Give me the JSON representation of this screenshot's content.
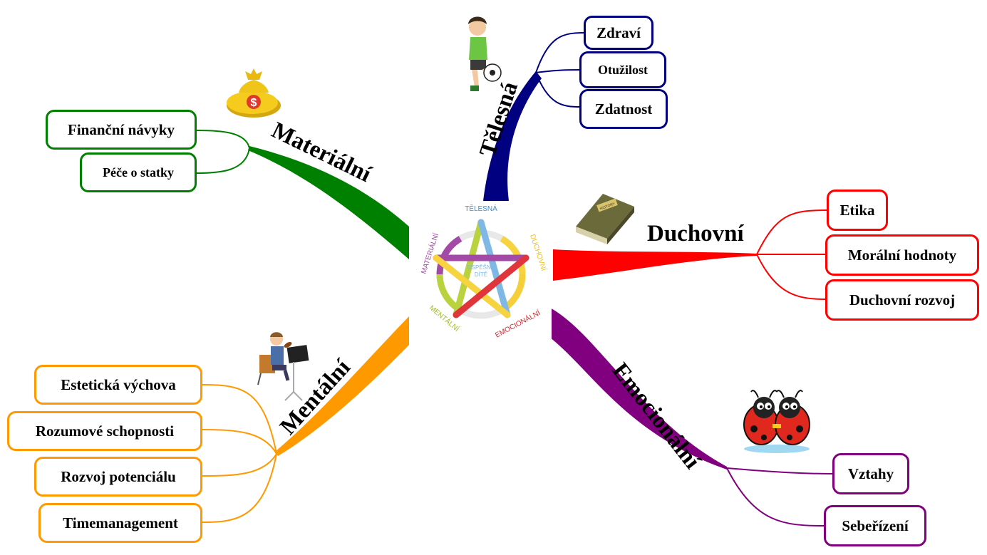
{
  "center": {
    "labels": [
      "TĚLESNÁ",
      "DUCHOVNÍ",
      "EMOCIONÁLNÍ",
      "MENTÁLNÍ",
      "MATERIÁLNÍ"
    ],
    "core": [
      "ÚSPĚŠNÉ",
      "DÍTĚ"
    ]
  },
  "branches": {
    "telesna": {
      "label": "Tělesná",
      "color": "#000080",
      "items": [
        "Zdraví",
        "Otužilost",
        "Zdatnost"
      ]
    },
    "duchovni": {
      "label": "Duchovní",
      "color": "#ff0000",
      "items": [
        "Etika",
        "Morální hodnoty",
        "Duchovní rozvoj"
      ]
    },
    "emocionalni": {
      "label": "Emocionální",
      "color": "#800080",
      "items": [
        "Vztahy",
        "Sebeřízení"
      ]
    },
    "mentalni": {
      "label": "Mentální",
      "color": "#ff9900",
      "items": [
        "Estetická výchova",
        "Rozumové schopnosti",
        "Rozvoj potenciálu",
        "Timemanagement"
      ]
    },
    "materialni": {
      "label": "Materiální",
      "color": "#008000",
      "items": [
        "Finanční návyky",
        "Péče o statky"
      ]
    }
  },
  "pictures": {
    "money_bag": {
      "icon": "money-bag-icon",
      "symbol": "$"
    },
    "book": {
      "icon": "book-icon",
      "title": "HISTORY"
    }
  }
}
